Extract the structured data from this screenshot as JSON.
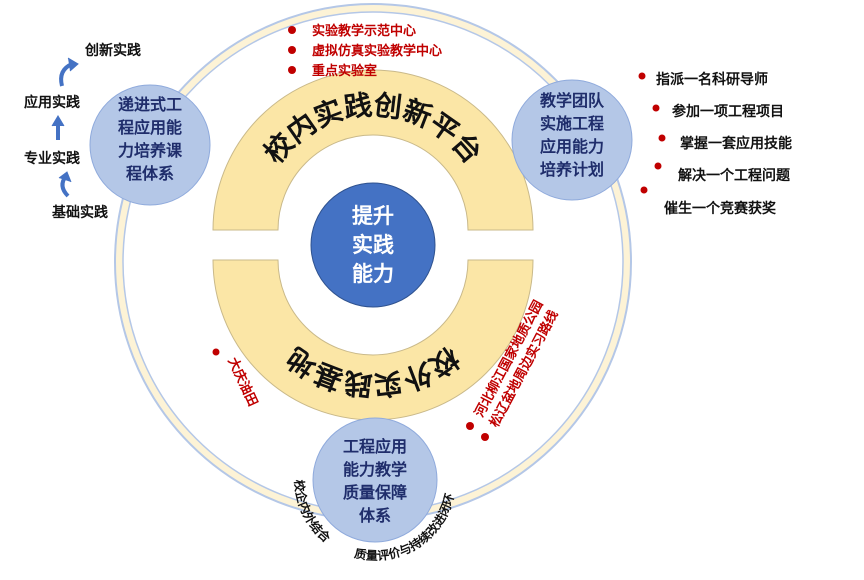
{
  "center": {
    "lines": [
      "提升",
      "实践",
      "能力"
    ]
  },
  "top_band": "校内实践创新平台",
  "bottom_band": "校外实践基地",
  "top_items": [
    "实验教学示范中心",
    "虚拟仿真实验教学中心",
    "重点实验室"
  ],
  "left_circle": {
    "lines": [
      "递进式工",
      "程应用能",
      "力培养课",
      "程体系"
    ]
  },
  "left_steps": [
    "创新实践",
    "应用实践",
    "专业实践",
    "基础实践"
  ],
  "right_circle": {
    "lines": [
      "教学团队",
      "实施工程",
      "应用能力",
      "培养计划"
    ]
  },
  "right_items": [
    "指派一名科研导师",
    "参加一项工程项目",
    "掌握一套应用技能",
    "解决一个工程问题",
    "催生一个竞赛获奖"
  ],
  "bottom_circle": {
    "lines": [
      "工程应用",
      "能力教学",
      "质量保障",
      "体系"
    ]
  },
  "bottom_arc_left": "校企内外结合",
  "bottom_arc_right": "质量评价与持续改进闭环",
  "field_left": "大庆油田",
  "field_right": [
    "河北柳江国家地质公园",
    "松辽盆地周边实习路线"
  ],
  "colors": {
    "ring": "#fbe6a6",
    "circle": "#b4c7e7",
    "center": "#4472c4",
    "red": "#c00000",
    "arrow": "#4472c4"
  }
}
